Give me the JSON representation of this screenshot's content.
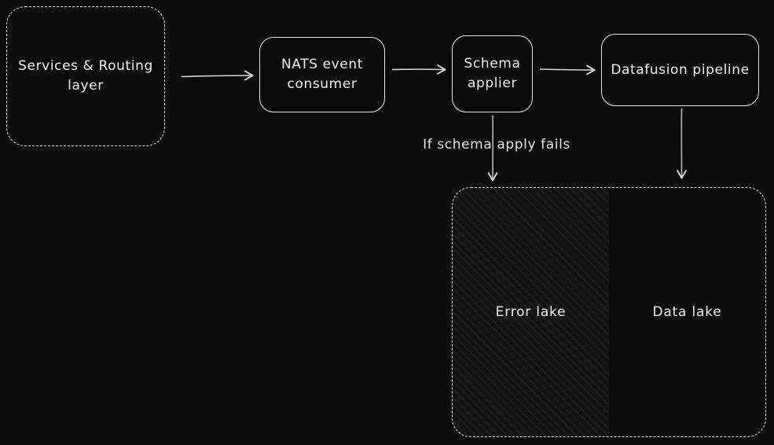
{
  "diagram_title": "Event ingestion pipeline diagram",
  "colors": {
    "background": "#0c0c0c",
    "stroke": "#e9e9e9",
    "arrow": "#cfcfcf",
    "text": "#f0f0f0",
    "error_lake_hatch": "rgba(255,255,255,0.07)"
  },
  "nodes": {
    "services": {
      "label": "Services & Routing layer"
    },
    "nats": {
      "label": "NATS event consumer"
    },
    "schema": {
      "label": "Schema applier"
    },
    "datafusion": {
      "label": "Datafusion pipeline"
    },
    "error_lake": {
      "label": "Error lake"
    },
    "data_lake": {
      "label": "Data lake"
    }
  },
  "edges": {
    "schema_fail_label": "If schema apply fails"
  }
}
